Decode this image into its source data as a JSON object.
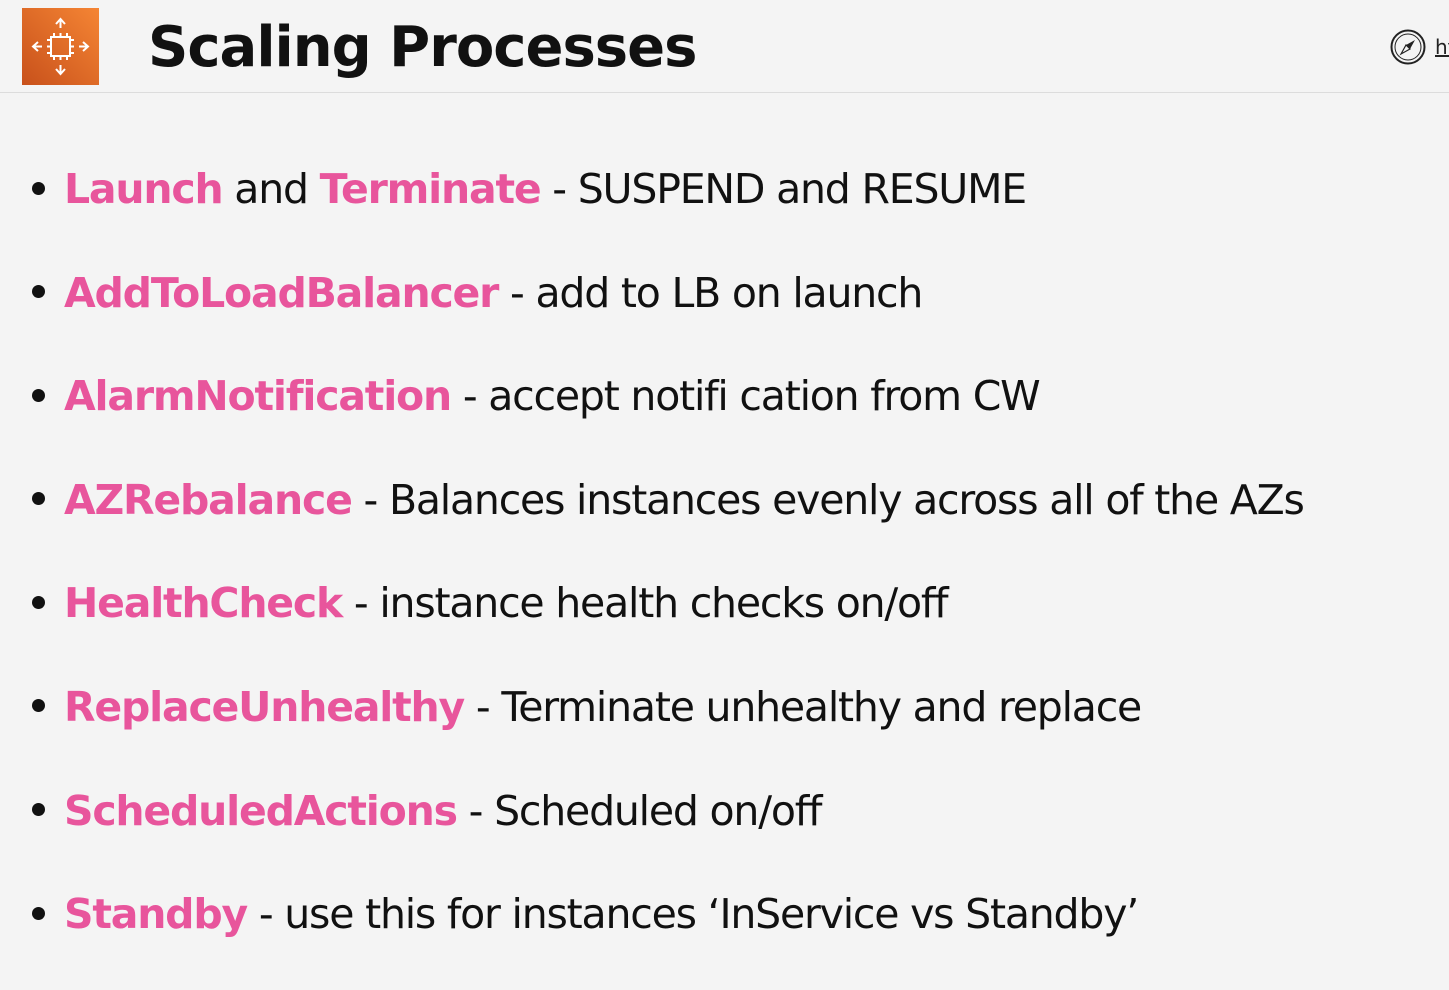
{
  "header": {
    "title": "Scaling Processes",
    "link_text": "ht"
  },
  "icons": {
    "service": "auto-scaling-icon",
    "link": "compass-icon"
  },
  "colors": {
    "accent": "#e8559c",
    "icon_gradient_start": "#c8511b",
    "icon_gradient_end": "#f58534",
    "text": "#111111",
    "background": "#f4f4f4"
  },
  "bullets": [
    {
      "term": "Launch",
      "middle": " and ",
      "term2": "Terminate",
      "desc": " - SUSPEND and RESUME"
    },
    {
      "term": "AddToLoadBalancer",
      "desc": " - add to LB on launch"
    },
    {
      "term": "AlarmNotification",
      "desc": " - accept notifi cation from CW"
    },
    {
      "term": "AZRebalance",
      "desc": " - Balances instances evenly across all of the AZs"
    },
    {
      "term": "HealthCheck",
      "desc": " - instance health checks on/off"
    },
    {
      "term": "ReplaceUnhealthy",
      "desc": " - Terminate unhealthy and replace"
    },
    {
      "term": "ScheduledActions",
      "desc": " - Scheduled on/off"
    },
    {
      "term": "Standby",
      "desc": " - use this for instances ‘InService vs Standby’"
    }
  ]
}
